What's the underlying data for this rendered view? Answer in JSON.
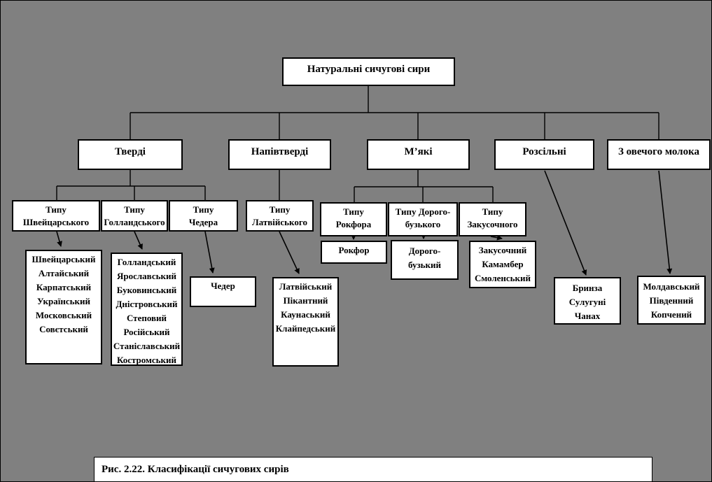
{
  "colors": {
    "background": "#808080",
    "box_fill": "#ffffff",
    "line": "#000000",
    "text": "#000000"
  },
  "diagram": {
    "root": "Натуральні сичугові сири",
    "categories": [
      "Тверді",
      "Напівтверді",
      "М’які",
      "Розсільні",
      "З овечого молока"
    ],
    "types": [
      "Типу\nШвейцарського",
      "Типу\nГолландського",
      "Типу\nЧедера",
      "Типу\nЛатвійського",
      "Типу\nРокфора",
      "Типу Дорого-\nбузького",
      "Типу\nЗакусочного"
    ],
    "leaves": [
      "Швейцарський\nАлтайський\nКарпатський\nУкраїнський\nМосковський\nСовєтський",
      "Голландський\nЯрославський\nБуковинський\nДністровський\nСтеповий\nРосійський\nСтаніславський\nКостромський",
      "Чедер",
      "Латвійський\nПікантний\nКаунаський\nКлайпедський",
      "Рокфор",
      "Дорого-\nбузький",
      "Закусочний\nКамамбер\nСмоленський",
      "Бринза\nСулугуні\nЧанах",
      "Молдавський\nПівденний\nКопчений"
    ]
  },
  "caption": "Рис. 2.22. Класифікації сичугових сирів"
}
